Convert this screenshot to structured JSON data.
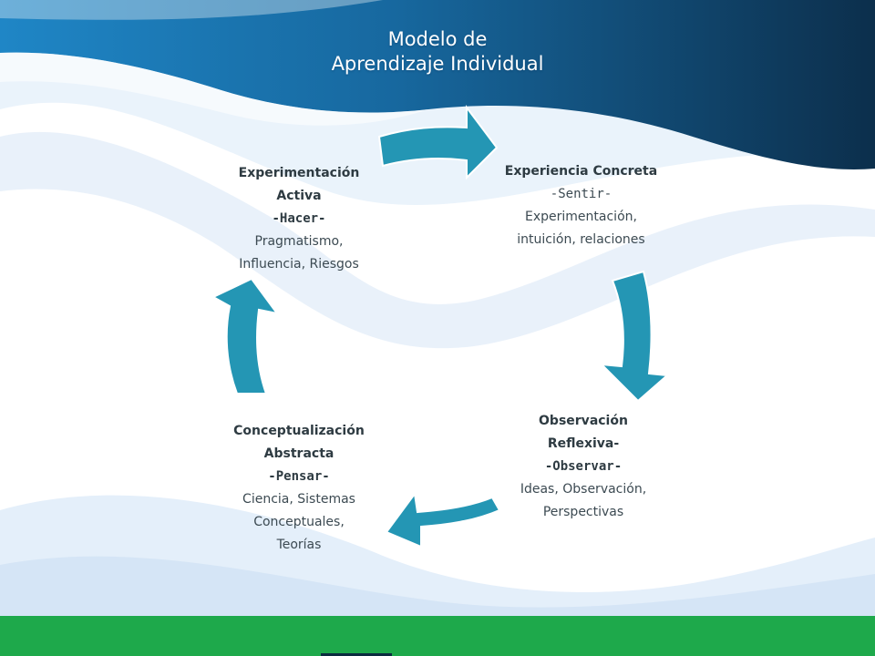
{
  "title": {
    "line1": "Modelo de",
    "line2": "Aprendizaje Individual"
  },
  "stages": [
    {
      "heading": [
        "Experiencia Concreta"
      ],
      "mode": "-Sentir-",
      "details": [
        "Experimentación,",
        "intuición, relaciones"
      ]
    },
    {
      "heading": [
        "Observación",
        "Reflexiva-"
      ],
      "mode": "-Observar-",
      "details": [
        "Ideas, Observación,",
        "Perspectivas"
      ]
    },
    {
      "heading": [
        "Conceptualización",
        "Abstracta"
      ],
      "mode": "-Pensar-",
      "details": [
        "Ciencia, Sistemas",
        "Conceptuales,",
        "Teorías"
      ]
    },
    {
      "heading": [
        "Experimentación",
        "Activa"
      ],
      "mode": "-Hacer-",
      "details": [
        "Pragmatismo,",
        "Influencia, Riesgos"
      ]
    }
  ],
  "colors": {
    "arrow_fill": "#2496b4",
    "arrow_stroke": "#ffffff",
    "header_dark": "#0f3b5e",
    "header_mid": "#1a6fa6",
    "wave_light": "#d6e7f7",
    "footer_green": "#1ea94b"
  },
  "icons": {
    "cycle_arrow": "curved-arrow"
  }
}
